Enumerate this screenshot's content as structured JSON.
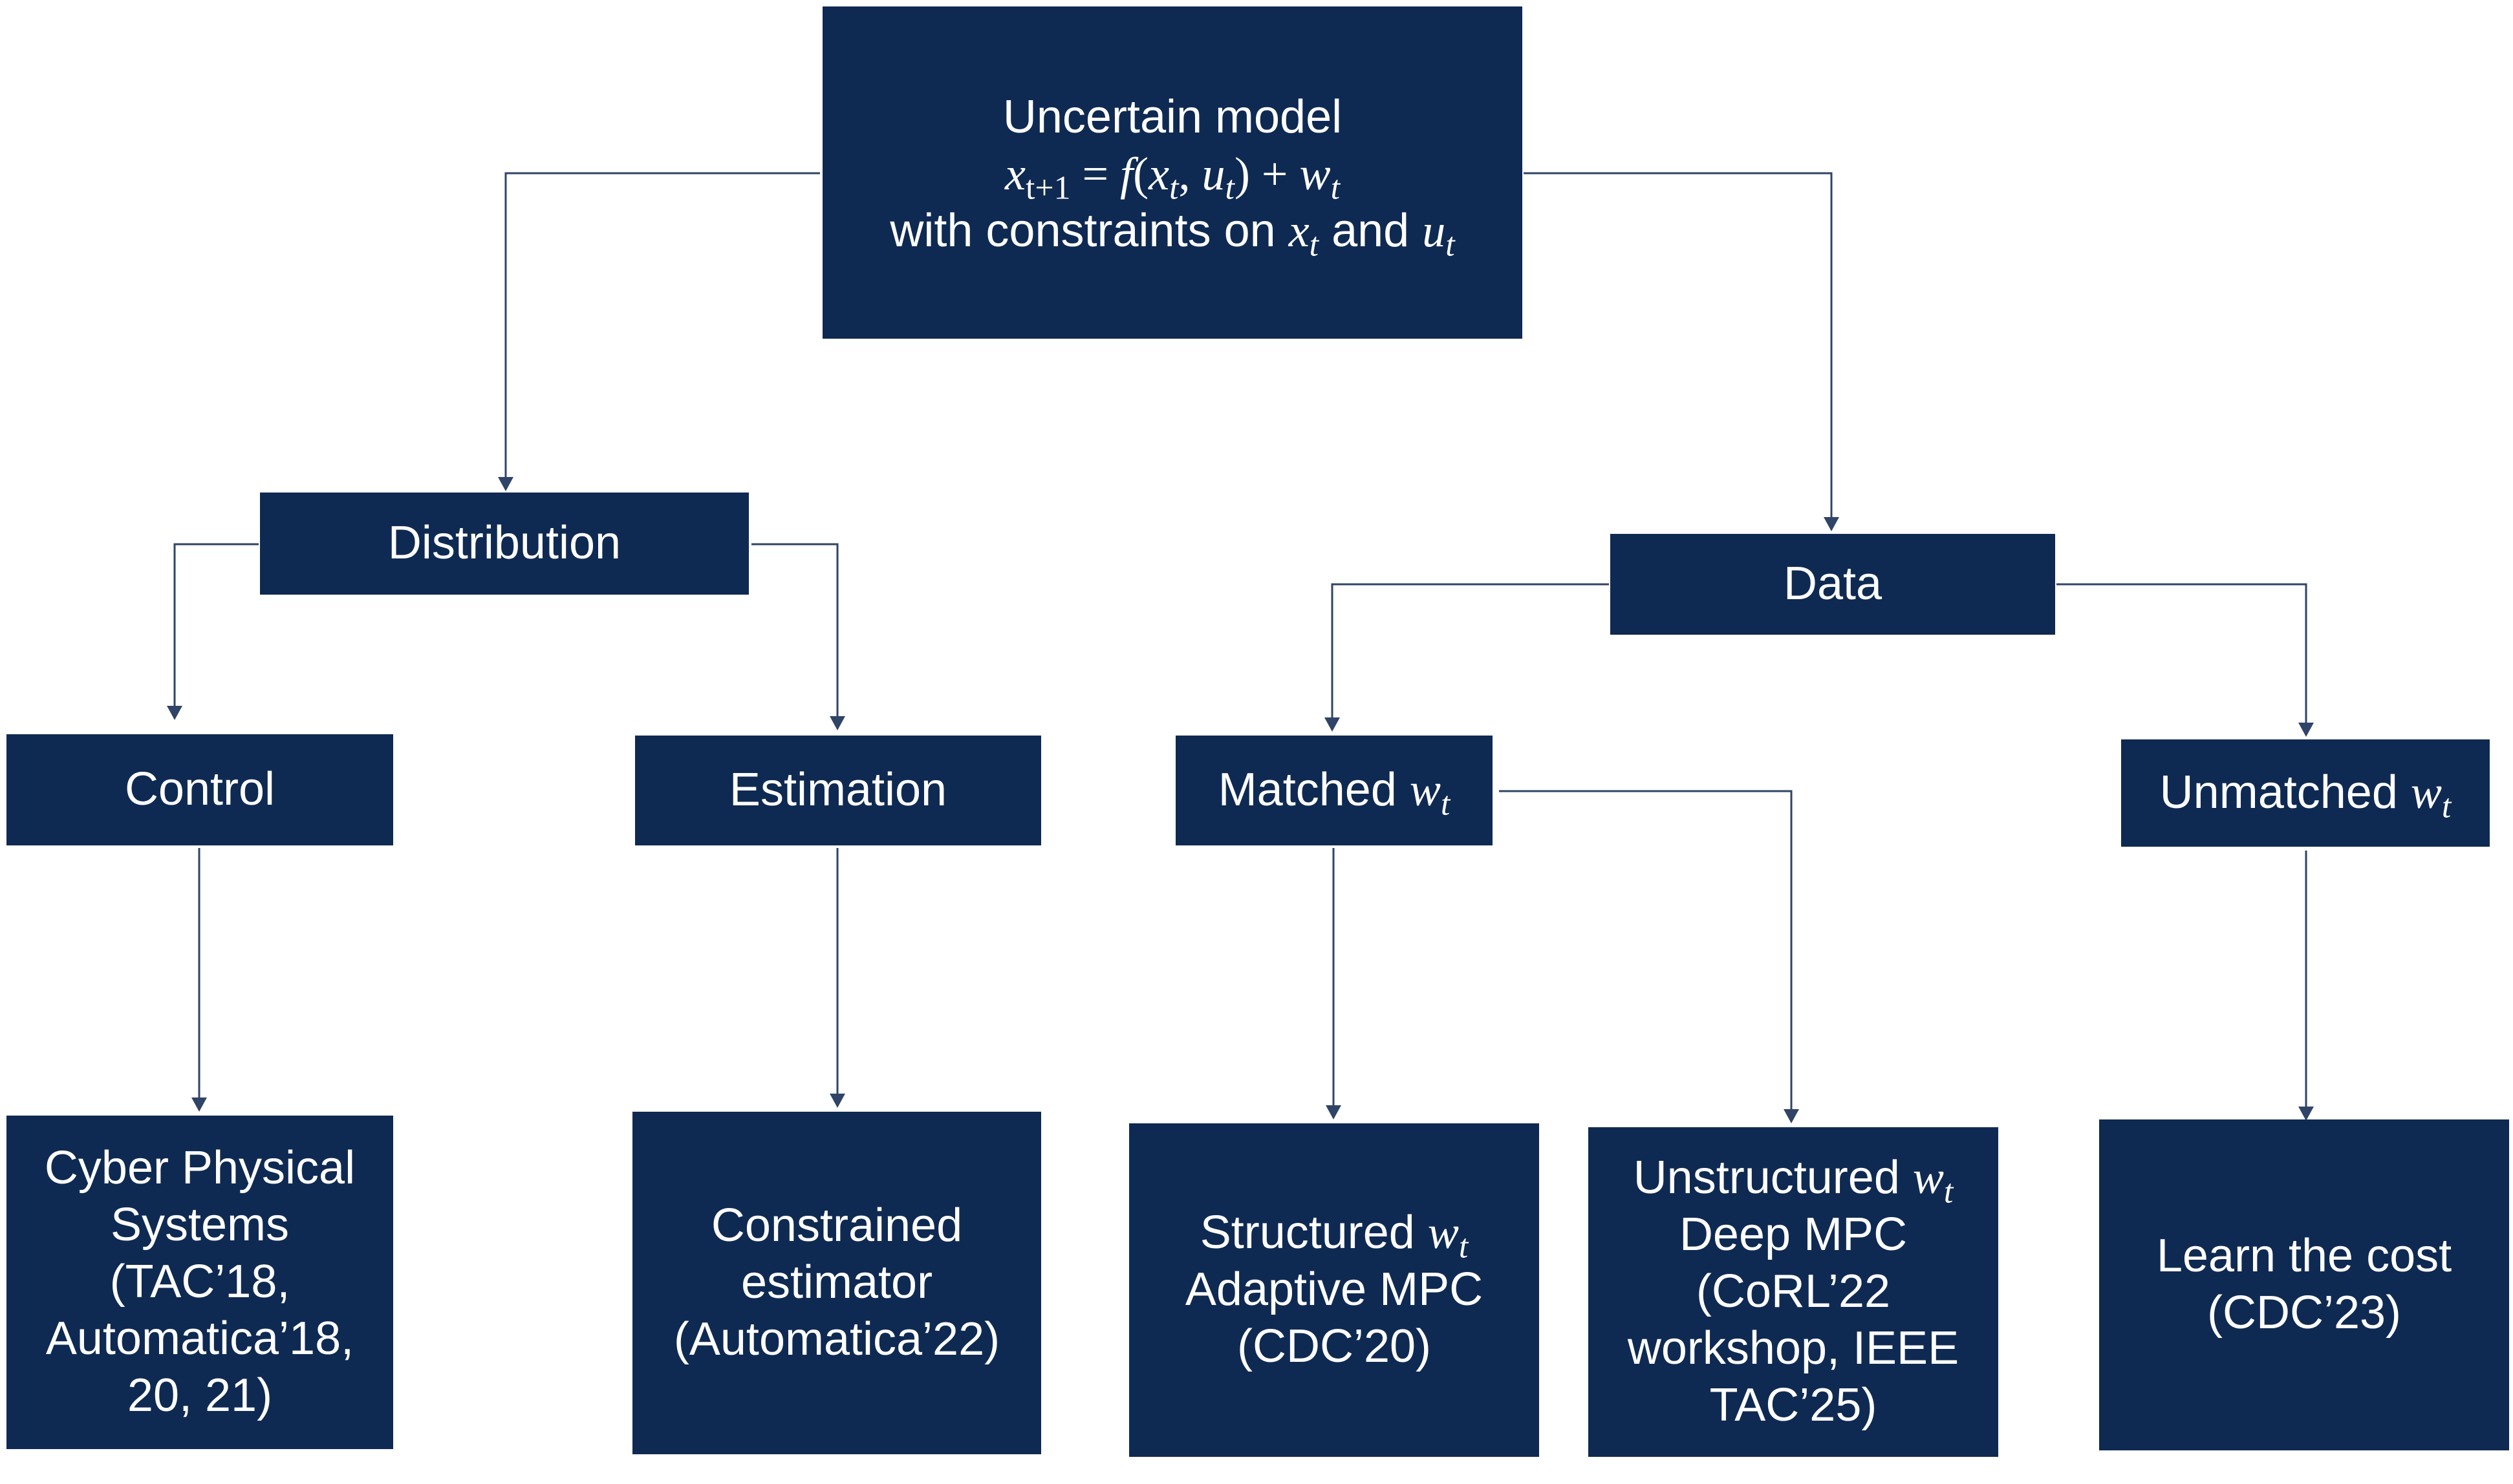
{
  "root": {
    "line1": "Uncertain model",
    "eq_lhs_var": "x",
    "eq_lhs_sub": "t+1",
    "eq_equals": " = ",
    "eq_func": "f",
    "eq_open": "(",
    "eq_arg1": "x",
    "eq_arg1_sub": "t",
    "eq_comma": ", ",
    "eq_arg2": "u",
    "eq_arg2_sub": "t",
    "eq_close": ")",
    "eq_plus": " + ",
    "eq_noise": "w",
    "eq_noise_sub": "t",
    "line3_prefix": "with constraints on ",
    "line3_var1": "x",
    "line3_var1_sub": "t",
    "line3_and": " and ",
    "line3_var2": "u",
    "line3_var2_sub": "t"
  },
  "branches": {
    "distribution": "Distribution",
    "data": "Data"
  },
  "categories": {
    "control": "Control",
    "estimation": "Estimation",
    "matched_prefix": "Matched ",
    "matched_var": "w",
    "matched_sub": "t",
    "unmatched_prefix": "Unmatched ",
    "unmatched_var": "w",
    "unmatched_sub": "t"
  },
  "leaves": {
    "cps": [
      "Cyber Physical",
      "Systems",
      "(TAC’18,",
      "Automatica’18,",
      "20, 21)"
    ],
    "estimator": [
      "Constrained",
      "estimator",
      "(Automatica’22)"
    ],
    "structured": {
      "prefix": "Structured ",
      "var": "w",
      "sub": "t",
      "lines": [
        "Adaptive MPC",
        "(CDC’20)"
      ]
    },
    "unstructured": {
      "prefix": "Unstructured ",
      "var": "w",
      "sub": "t",
      "lines": [
        "Deep MPC",
        "(CoRL’22",
        "workshop, IEEE",
        "TAC’25)"
      ]
    },
    "cost": [
      "Learn the cost",
      "(CDC’23)"
    ]
  },
  "colors": {
    "box_fill": "#0f2a52",
    "box_text": "#ffffff",
    "connector": "#2f4466"
  }
}
